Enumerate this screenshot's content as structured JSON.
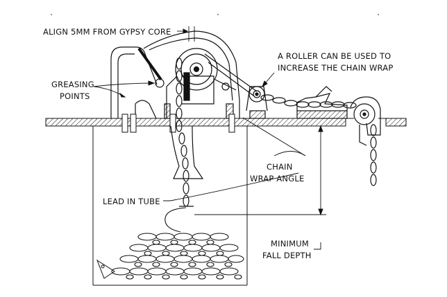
{
  "labels": {
    "align": "ALIGN 5MM FROM GYPSY CORE",
    "roller_line1": "A ROLLER CAN BE USED TO",
    "roller_line2": "INCREASE THE CHAIN WRAP",
    "greasing_line1": "GREASING",
    "greasing_line2": "POINTS",
    "wrap_line1": "CHAIN",
    "wrap_line2": "WRAP ANGLE",
    "lead_tube": "LEAD IN TUBE",
    "fall_line1": "MINIMUM",
    "fall_line2": "FALL DEPTH"
  },
  "colors": {
    "line": "#111111",
    "background": "#ffffff"
  }
}
